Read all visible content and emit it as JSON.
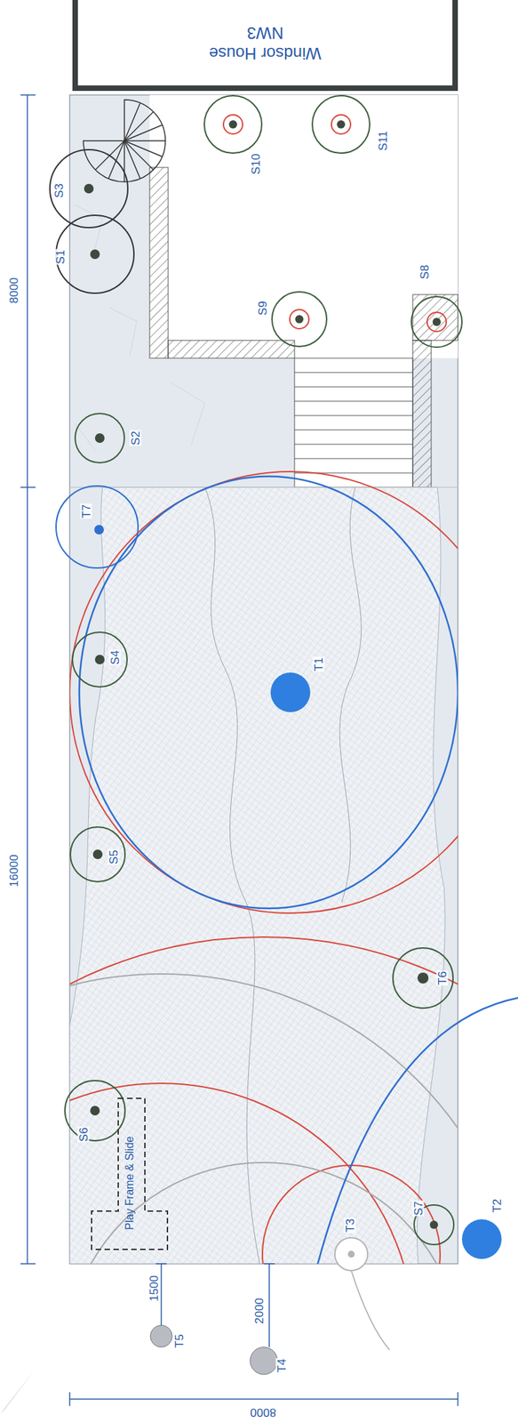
{
  "diagram": {
    "nodes": [
      {
        "text": [
          "Windsor House NW3"
        ]
      },
      {
        "text": [
          "Play Frame & Slide"
        ]
      }
    ],
    "labels": [
      "8000",
      "16000",
      "8000",
      "1500",
      "2000",
      "S3",
      "S1",
      "S2",
      "S10",
      "S11",
      "S9",
      "S8",
      "T7",
      "S4",
      "T1",
      "S5",
      "T6",
      "S6",
      "S7",
      "T3",
      "T2",
      "T5",
      "T4"
    ]
  }
}
